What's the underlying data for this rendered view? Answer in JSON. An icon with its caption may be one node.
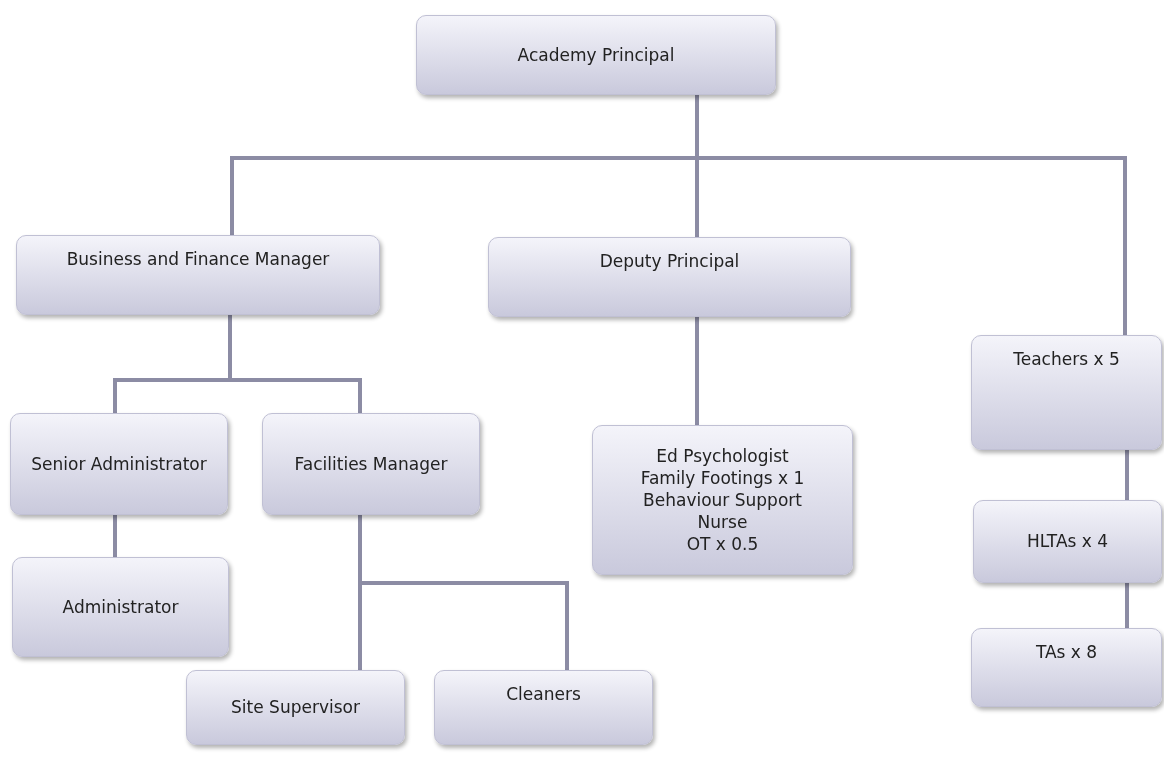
{
  "diagram": {
    "nodes": [
      {
        "text": [
          "Academy Principal"
        ]
      },
      {
        "text": [
          "Business and Finance Manager"
        ]
      },
      {
        "text": [
          "Deputy Principal"
        ]
      },
      {
        "text": [
          "Teachers x 5"
        ]
      },
      {
        "text": [
          "Senior Administrator"
        ]
      },
      {
        "text": [
          "Facilities Manager"
        ]
      },
      {
        "text": [
          "Ed Psychologist",
          "Family Footings x 1",
          "Behaviour Support",
          "Nurse",
          "OT x 0.5"
        ]
      },
      {
        "text": [
          "HLTAs x 4"
        ]
      },
      {
        "text": [
          "TAs x 8"
        ]
      },
      {
        "text": [
          "Administrator"
        ]
      },
      {
        "text": [
          "Site Supervisor"
        ]
      },
      {
        "text": [
          "Cleaners"
        ]
      }
    ],
    "edges": [
      {
        "from": 0,
        "to": 1,
        "arrow": "none"
      },
      {
        "from": 0,
        "to": 2,
        "arrow": "none"
      },
      {
        "from": 0,
        "to": 3,
        "arrow": "none"
      },
      {
        "from": 1,
        "to": 4,
        "arrow": "none"
      },
      {
        "from": 1,
        "to": 5,
        "arrow": "none"
      },
      {
        "from": 2,
        "to": 6,
        "arrow": "none"
      },
      {
        "from": 3,
        "to": 7,
        "arrow": "none"
      },
      {
        "from": 7,
        "to": 8,
        "arrow": "none"
      },
      {
        "from": 4,
        "to": 9,
        "arrow": "none"
      },
      {
        "from": 5,
        "to": 10,
        "arrow": "none"
      },
      {
        "from": 5,
        "to": 11,
        "arrow": "none"
      }
    ]
  }
}
